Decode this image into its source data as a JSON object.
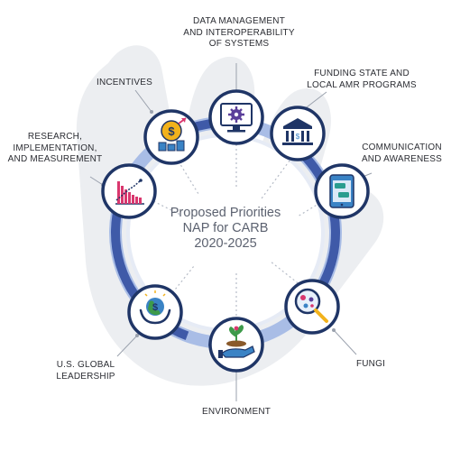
{
  "center": {
    "line1": "Proposed Priorities",
    "line2": "NAP for CARB",
    "line3": "2020-2025"
  },
  "priorities": [
    {
      "id": "data-management",
      "lines": [
        "DATA MANAGEMENT",
        "AND INTEROPERABILITY",
        "OF SYSTEMS"
      ],
      "icon": "gear-monitor-icon"
    },
    {
      "id": "funding",
      "lines": [
        "FUNDING STATE AND",
        "LOCAL AMR PROGRAMS"
      ],
      "icon": "government-building-icon"
    },
    {
      "id": "communication",
      "lines": [
        "COMMUNICATION",
        "AND AWARENESS"
      ],
      "icon": "smartphone-chat-icon"
    },
    {
      "id": "fungi",
      "lines": [
        "FUNGI"
      ],
      "icon": "magnifier-microbes-icon"
    },
    {
      "id": "environment",
      "lines": [
        "ENVIRONMENT"
      ],
      "icon": "plant-in-hand-icon"
    },
    {
      "id": "global-leadership",
      "lines": [
        "U.S. GLOBAL",
        "LEADERSHIP"
      ],
      "icon": "globe-in-hands-icon"
    },
    {
      "id": "research",
      "lines": [
        "RESEARCH,",
        "IMPLEMENTATION,",
        "AND MEASUREMENT"
      ],
      "icon": "bar-chart-icon"
    },
    {
      "id": "incentives",
      "lines": [
        "INCENTIVES"
      ],
      "icon": "dollar-coin-icon"
    }
  ],
  "colors": {
    "ring_dark": "#3f5aa8",
    "ring_light": "#a9bde6",
    "node_border": "#1f3566",
    "node_fill": "#ffffff",
    "connector": "#9aa1ad",
    "background_hand": "#eceef1",
    "accent_purple": "#5b3f9a",
    "accent_pink": "#d9376e",
    "accent_green": "#3d9a4a",
    "accent_blue": "#3a83c5",
    "accent_gold": "#f2b21c"
  }
}
